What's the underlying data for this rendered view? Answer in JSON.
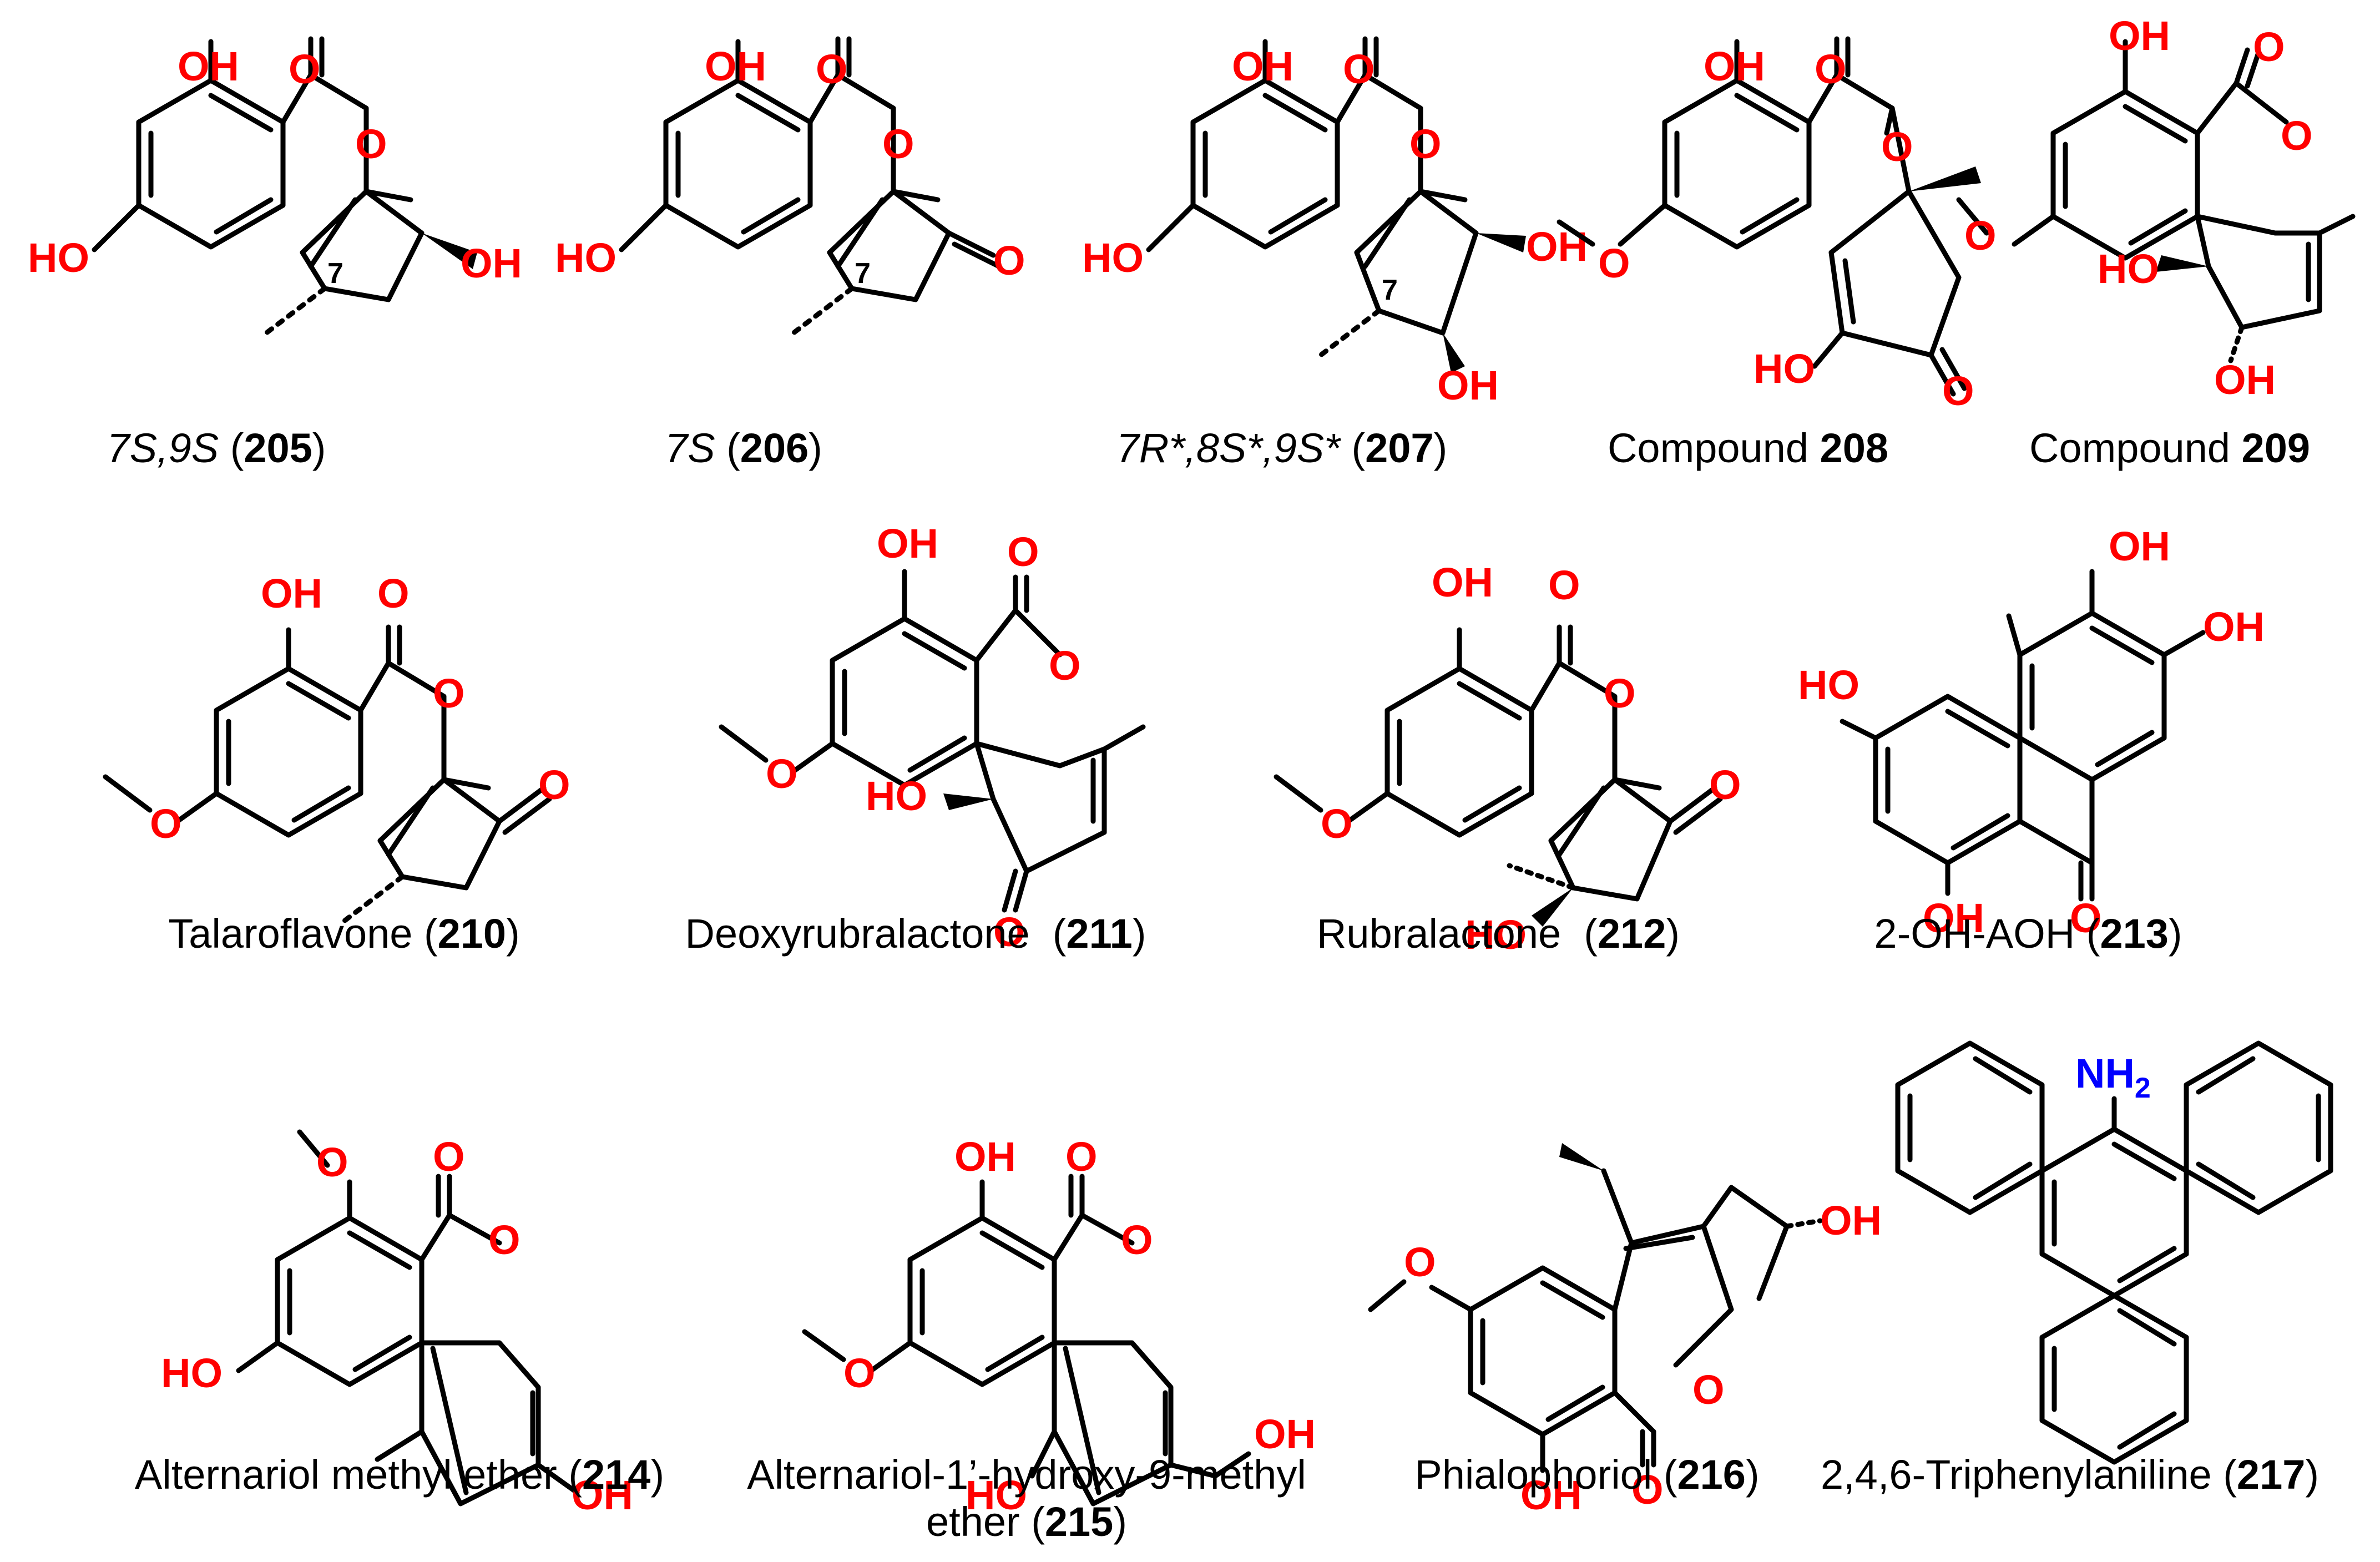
{
  "compounds": [
    {
      "id": "205",
      "prefix": "7S,9S",
      "name": "",
      "prefix_italic": true
    },
    {
      "id": "206",
      "prefix": "7S",
      "name": "",
      "prefix_italic": true
    },
    {
      "id": "207",
      "prefix": "7R*,8S*,9S*",
      "name": "",
      "prefix_italic": true
    },
    {
      "id": "208",
      "name": "Compound",
      "style": "compound"
    },
    {
      "id": "209",
      "name": "Compound",
      "style": "compound"
    },
    {
      "id": "210",
      "name": "Talaroflavone"
    },
    {
      "id": "211",
      "name": "Deoxyrubralactone"
    },
    {
      "id": "212",
      "name": "Rubralactone"
    },
    {
      "id": "213",
      "name": "2-OH-AOH"
    },
    {
      "id": "214",
      "name": "Alternariol methyl ether"
    },
    {
      "id": "215",
      "name": "Alternariol-1’-hydroxy-9-methyl",
      "name_line2": "ether"
    },
    {
      "id": "216",
      "name": "Phialophoriol"
    },
    {
      "id": "217",
      "name": "2,4,6-Triphenylaniline"
    }
  ],
  "atom_labels": {
    "oh": "OH",
    "ho": "HO",
    "o": "O",
    "nh": "NH",
    "sub2": "2",
    "position7": "7"
  },
  "colors": {
    "heteroatom_oxygen": "#ff0000",
    "heteroatom_nitrogen": "#0000ff",
    "bond": "#000000"
  }
}
